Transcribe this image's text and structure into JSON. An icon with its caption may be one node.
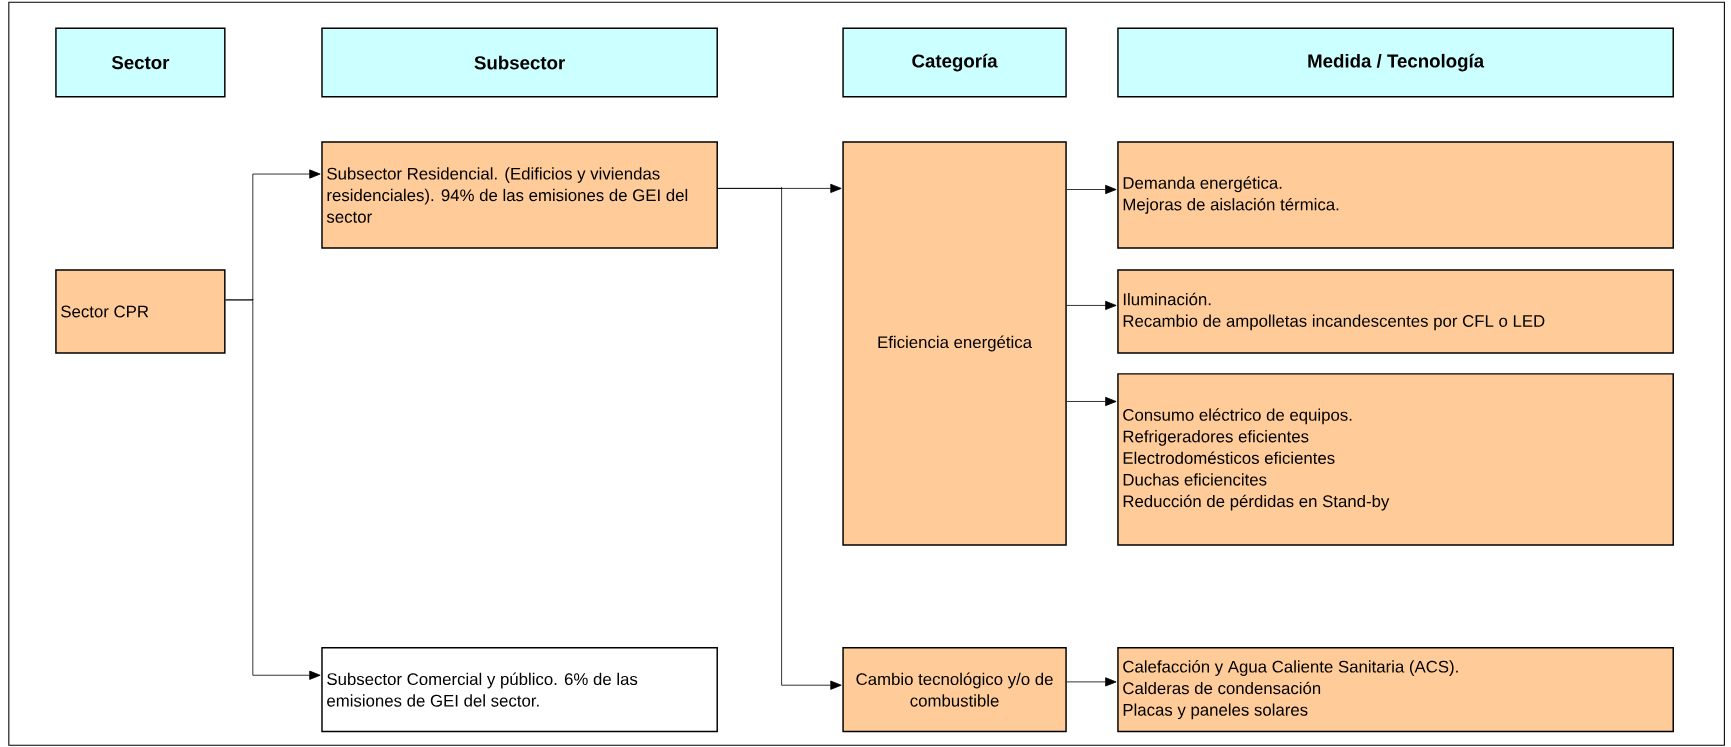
{
  "diagram": {
    "nodes": [
      {
        "text": [
          "Sector"
        ]
      },
      {
        "text": [
          "Subsector"
        ]
      },
      {
        "text": [
          "Categoría"
        ]
      },
      {
        "text": [
          "Medida / Tecnología"
        ]
      },
      {
        "text": [
          "Sector CPR"
        ]
      },
      {
        "text": [
          "Subsector Residencial.  (Edificios y viviendas residenciales). 94% de las emisiones de GEI del sector"
        ]
      },
      {
        "text": [
          "Subsector Comercial y público. 6% de las emisiones de GEI del sector."
        ]
      },
      {
        "text": [
          "Eficiencia energética"
        ]
      },
      {
        "text": [
          "Cambio tecnológico y/o de combustible"
        ]
      },
      {
        "text": [
          "Demanda energética.",
          "Mejoras de aislación térmica."
        ]
      },
      {
        "text": [
          "Iluminación.",
          "Recambio de ampolletas incandescentes por CFL o LED"
        ]
      },
      {
        "text": [
          "Consumo eléctrico de equipos.",
          "Refrigeradores eficientes",
          "Electrodomésticos eficientes",
          "Duchas eficiencites",
          "Reducción de pérdidas en Stand-by"
        ]
      },
      {
        "text": [
          "Calefacción y Agua Caliente Sanitaria (ACS).",
          "Calderas de condensación",
          "Placas y paneles solares"
        ]
      }
    ],
    "edges": [
      {
        "from": 4,
        "to": 5,
        "arrow": "to"
      },
      {
        "from": 4,
        "to": 6,
        "arrow": "to"
      },
      {
        "from": 5,
        "to": 7,
        "arrow": "to"
      },
      {
        "from": 5,
        "to": 8,
        "arrow": "to"
      },
      {
        "from": 7,
        "to": 9,
        "arrow": "to"
      },
      {
        "from": 7,
        "to": 10,
        "arrow": "to"
      },
      {
        "from": 7,
        "to": 11,
        "arrow": "to"
      },
      {
        "from": 8,
        "to": 12,
        "arrow": "to"
      }
    ]
  }
}
